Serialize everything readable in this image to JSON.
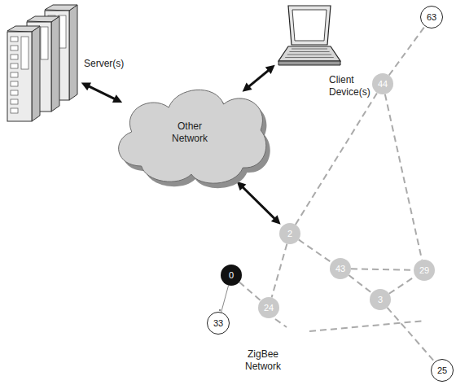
{
  "diagram": {
    "nodes": [
      {
        "text": [
          "Server(s)"
        ]
      },
      {
        "text": [
          "Client Device(s)"
        ]
      },
      {
        "text": [
          "Other Network"
        ]
      },
      {
        "text": [
          "63"
        ]
      },
      {
        "text": [
          "44"
        ]
      },
      {
        "text": [
          "2"
        ]
      },
      {
        "text": [
          "0"
        ]
      },
      {
        "text": [
          "43"
        ]
      },
      {
        "text": [
          "29"
        ]
      },
      {
        "text": [
          "24"
        ]
      },
      {
        "text": [
          "3"
        ]
      },
      {
        "text": [
          "33"
        ]
      },
      {
        "text": [
          "25"
        ]
      }
    ],
    "edges": [
      {
        "from": 0,
        "to": 2,
        "arrow": "both"
      },
      {
        "from": 1,
        "to": 2,
        "arrow": "both"
      },
      {
        "from": 2,
        "to": 5,
        "arrow": "both"
      },
      {
        "from": 4,
        "to": 3,
        "arrow": "none"
      },
      {
        "from": 5,
        "to": 4,
        "arrow": "none"
      },
      {
        "from": 4,
        "to": 8,
        "arrow": "none"
      },
      {
        "from": 5,
        "to": 7,
        "arrow": "none"
      },
      {
        "from": 5,
        "to": 9,
        "arrow": "none"
      },
      {
        "from": 7,
        "to": 8,
        "arrow": "none"
      },
      {
        "from": 7,
        "to": 10,
        "arrow": "none"
      },
      {
        "from": 10,
        "to": 8,
        "arrow": "none"
      },
      {
        "from": 6,
        "to": 9,
        "arrow": "none"
      },
      {
        "from": 6,
        "to": 11,
        "arrow": "none"
      },
      {
        "from": 10,
        "to": 12,
        "arrow": "none"
      }
    ],
    "labels": [
      "ZigBee Network"
    ]
  }
}
